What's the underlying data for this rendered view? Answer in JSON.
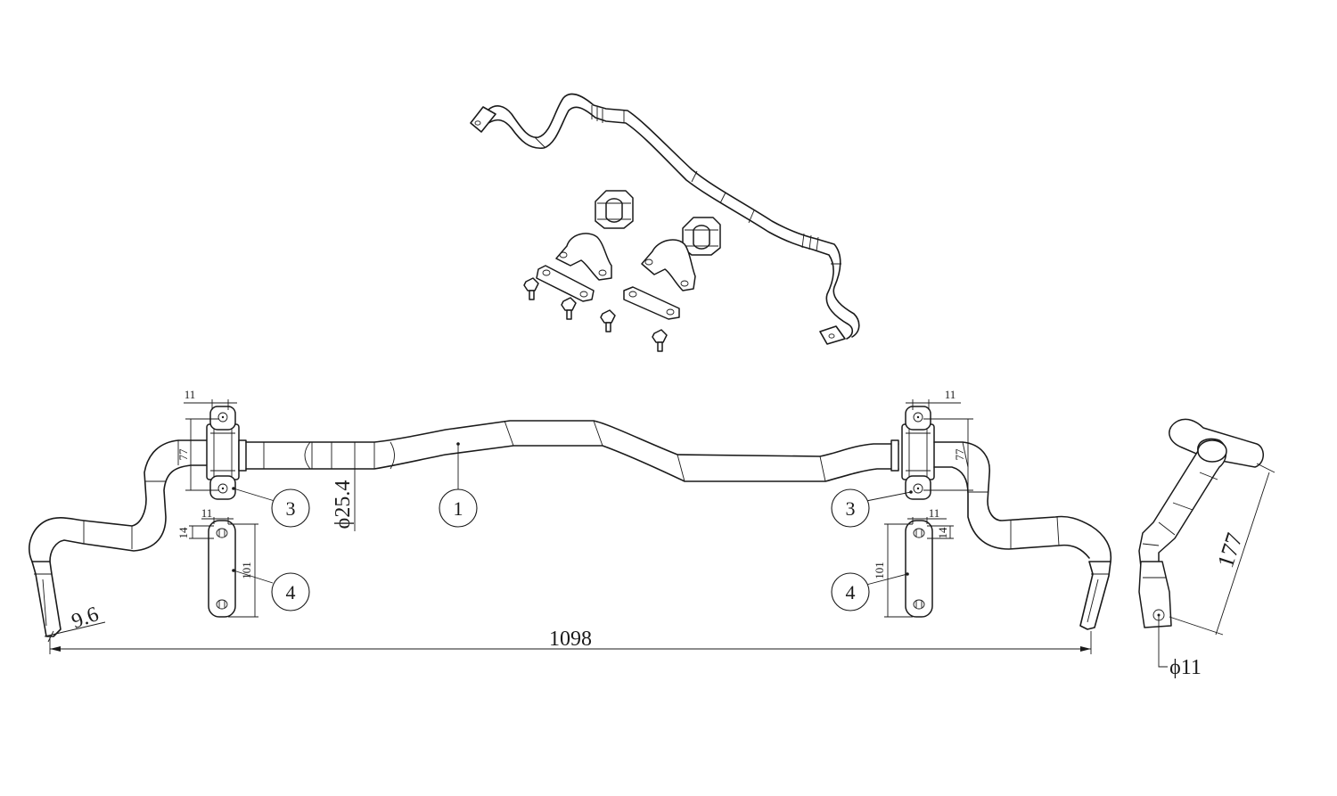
{
  "callouts": {
    "bar": "1",
    "bracket_left": "3",
    "bracket_right": "3",
    "plate_left": "4",
    "plate_right": "4"
  },
  "dimensions": {
    "overall_length": "1098",
    "bar_diameter": "ϕ25.4",
    "end_thickness": "9.6",
    "bracket_width_left": "11",
    "bracket_width_right": "11",
    "bracket_height_left": "77",
    "bracket_height_right": "77",
    "plate_width_left": "11",
    "plate_width_right": "11",
    "plate_hole_offset_left": "14",
    "plate_hole_offset_right": "14",
    "plate_length_left": "101",
    "plate_length_right": "101",
    "end_link_length": "177",
    "end_hole_diameter": "ϕ11"
  }
}
